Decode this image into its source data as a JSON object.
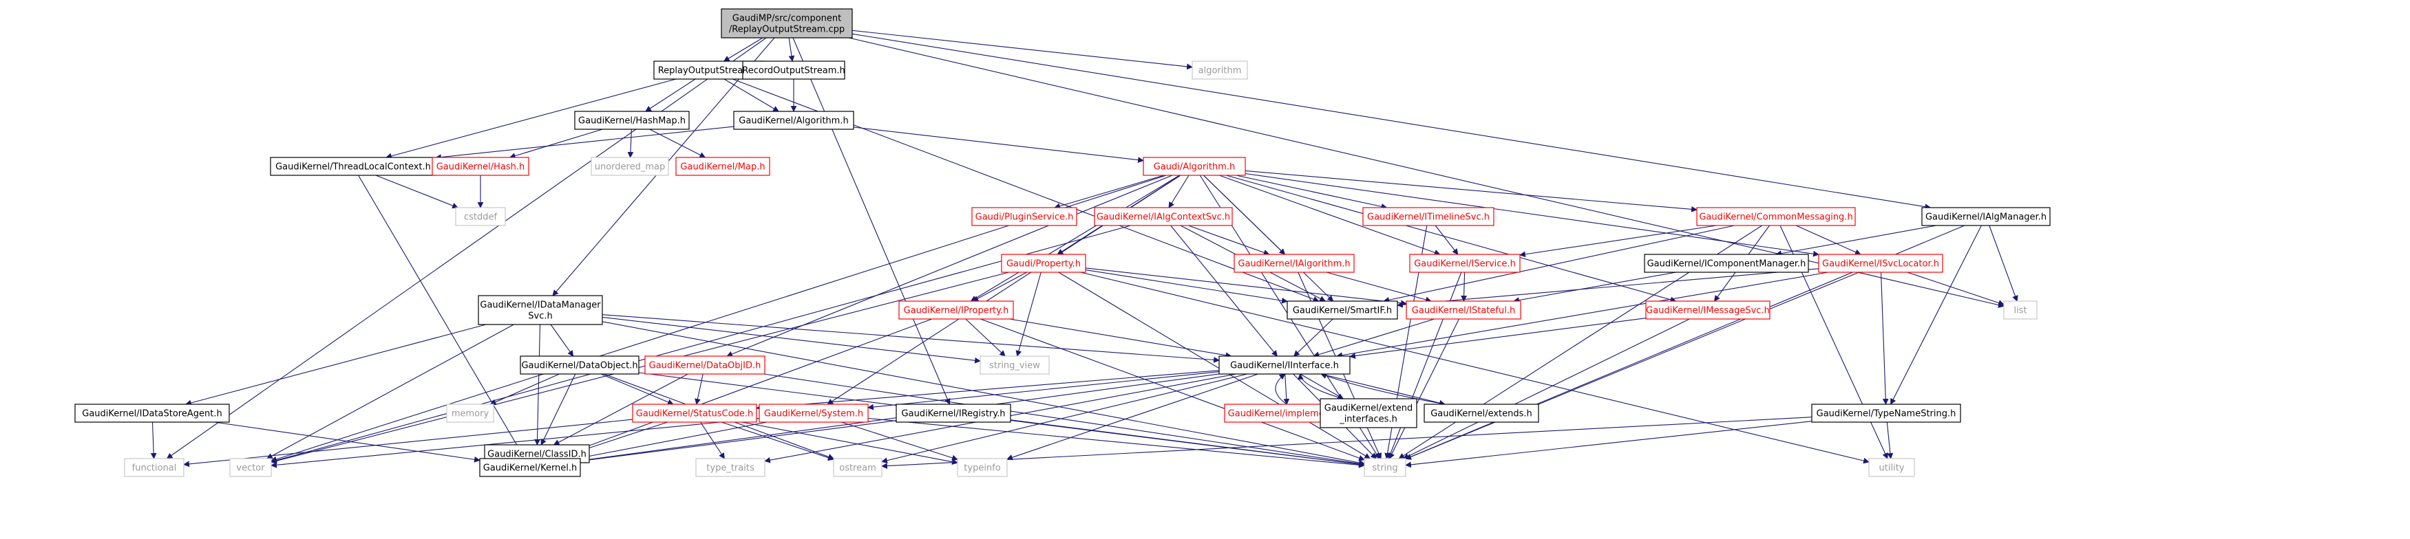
{
  "diagram": {
    "colors": {
      "edge": "#191970",
      "root_fill": "#bfbfbf",
      "red": "#ff0000",
      "system_border": "#c8c8c8",
      "system_text": "#9a9a9a"
    },
    "nodes": [
      {
        "id": "root",
        "kind": "root",
        "lines": [
          "GaudiMP/src/component",
          "/ReplayOutputStream.cpp"
        ]
      },
      {
        "id": "replay_h",
        "kind": "file",
        "lines": [
          "ReplayOutputStream.h"
        ]
      },
      {
        "id": "record_h",
        "kind": "file",
        "lines": [
          "RecordOutputStream.h"
        ]
      },
      {
        "id": "algorithm_std",
        "kind": "system",
        "lines": [
          "algorithm"
        ]
      },
      {
        "id": "hashmap",
        "kind": "file",
        "lines": [
          "GaudiKernel/HashMap.h"
        ]
      },
      {
        "id": "gk_algorithm",
        "kind": "file",
        "lines": [
          "GaudiKernel/Algorithm.h"
        ]
      },
      {
        "id": "threadlocal",
        "kind": "file",
        "lines": [
          "GaudiKernel/ThreadLocalContext.h"
        ]
      },
      {
        "id": "hash",
        "kind": "red",
        "lines": [
          "GaudiKernel/Hash.h"
        ]
      },
      {
        "id": "unordered_map",
        "kind": "system",
        "lines": [
          "unordered_map"
        ]
      },
      {
        "id": "map",
        "kind": "red",
        "lines": [
          "GaudiKernel/Map.h"
        ]
      },
      {
        "id": "cstddef",
        "kind": "system",
        "lines": [
          "cstddef"
        ]
      },
      {
        "id": "gaudi_algorithm",
        "kind": "red",
        "lines": [
          "Gaudi/Algorithm.h"
        ]
      },
      {
        "id": "pluginservice",
        "kind": "red",
        "lines": [
          "Gaudi/PluginService.h"
        ]
      },
      {
        "id": "ialgcontextsvc",
        "kind": "red",
        "lines": [
          "GaudiKernel/IAlgContextSvc.h"
        ]
      },
      {
        "id": "itimelinesvc",
        "kind": "red",
        "lines": [
          "GaudiKernel/ITimelineSvc.h"
        ]
      },
      {
        "id": "commonmessaging",
        "kind": "red",
        "lines": [
          "GaudiKernel/CommonMessaging.h"
        ]
      },
      {
        "id": "ialgmanager",
        "kind": "file",
        "lines": [
          "GaudiKernel/IAlgManager.h"
        ]
      },
      {
        "id": "gaudi_property",
        "kind": "red",
        "lines": [
          "Gaudi/Property.h"
        ]
      },
      {
        "id": "ialgorithm",
        "kind": "red",
        "lines": [
          "GaudiKernel/IAlgorithm.h"
        ]
      },
      {
        "id": "iservice",
        "kind": "red",
        "lines": [
          "GaudiKernel/IService.h"
        ]
      },
      {
        "id": "icomponentmanager",
        "kind": "file",
        "lines": [
          "GaudiKernel/IComponentManager.h"
        ]
      },
      {
        "id": "isvclocator",
        "kind": "red",
        "lines": [
          "GaudiKernel/ISvcLocator.h"
        ]
      },
      {
        "id": "list",
        "kind": "system",
        "lines": [
          "list"
        ]
      },
      {
        "id": "idatamanagersvc",
        "kind": "file",
        "lines": [
          "GaudiKernel/IDataManager",
          "Svc.h"
        ]
      },
      {
        "id": "smartif",
        "kind": "file",
        "lines": [
          "GaudiKernel/SmartIF.h"
        ]
      },
      {
        "id": "istateful",
        "kind": "red",
        "lines": [
          "GaudiKernel/IStateful.h"
        ]
      },
      {
        "id": "imessagesvc",
        "kind": "red",
        "lines": [
          "GaudiKernel/IMessageSvc.h"
        ]
      },
      {
        "id": "iproperty",
        "kind": "red",
        "lines": [
          "GaudiKernel/IProperty.h"
        ]
      },
      {
        "id": "string_view",
        "kind": "system",
        "lines": [
          "string_view"
        ]
      },
      {
        "id": "iinterface",
        "kind": "file",
        "lines": [
          "GaudiKernel/IInterface.h"
        ]
      },
      {
        "id": "dataobject",
        "kind": "file",
        "lines": [
          "GaudiKernel/DataObject.h"
        ]
      },
      {
        "id": "dataobjid",
        "kind": "red",
        "lines": [
          "GaudiKernel/DataObjID.h"
        ]
      },
      {
        "id": "idatastoreagent",
        "kind": "file",
        "lines": [
          "GaudiKernel/IDataStoreAgent.h"
        ]
      },
      {
        "id": "memory",
        "kind": "system",
        "lines": [
          "memory"
        ]
      },
      {
        "id": "classid",
        "kind": "file",
        "lines": [
          "GaudiKernel/ClassID.h"
        ]
      },
      {
        "id": "statuscode",
        "kind": "red",
        "lines": [
          "GaudiKernel/StatusCode.h"
        ]
      },
      {
        "id": "system",
        "kind": "red",
        "lines": [
          "GaudiKernel/System.h"
        ]
      },
      {
        "id": "iregistry",
        "kind": "file",
        "lines": [
          "GaudiKernel/IRegistry.h"
        ]
      },
      {
        "id": "implements",
        "kind": "red",
        "lines": [
          "GaudiKernel/implements.h"
        ]
      },
      {
        "id": "extend_interfaces",
        "kind": "file",
        "lines": [
          "GaudiKernel/extend",
          "_interfaces.h"
        ]
      },
      {
        "id": "extends",
        "kind": "file",
        "lines": [
          "GaudiKernel/extends.h"
        ]
      },
      {
        "id": "typenamestring",
        "kind": "file",
        "lines": [
          "GaudiKernel/TypeNameString.h"
        ]
      },
      {
        "id": "functional",
        "kind": "system",
        "lines": [
          "functional"
        ]
      },
      {
        "id": "vector",
        "kind": "system",
        "lines": [
          "vector"
        ]
      },
      {
        "id": "kernel",
        "kind": "file",
        "lines": [
          "GaudiKernel/Kernel.h"
        ]
      },
      {
        "id": "type_traits",
        "kind": "system",
        "lines": [
          "type_traits"
        ]
      },
      {
        "id": "ostream",
        "kind": "system",
        "lines": [
          "ostream"
        ]
      },
      {
        "id": "typeinfo",
        "kind": "system",
        "lines": [
          "typeinfo"
        ]
      },
      {
        "id": "string",
        "kind": "system",
        "lines": [
          "string"
        ]
      },
      {
        "id": "utility",
        "kind": "system",
        "lines": [
          "utility"
        ]
      }
    ],
    "edges": [
      [
        "root",
        "replay_h"
      ],
      [
        "root",
        "record_h"
      ],
      [
        "root",
        "algorithm_std"
      ],
      [
        "root",
        "list"
      ],
      [
        "root",
        "functional"
      ],
      [
        "root",
        "idatamanagersvc"
      ],
      [
        "root",
        "iregistry"
      ],
      [
        "root",
        "ialgmanager"
      ],
      [
        "replay_h",
        "hashmap"
      ],
      [
        "replay_h",
        "gk_algorithm"
      ],
      [
        "replay_h",
        "threadlocal"
      ],
      [
        "replay_h",
        "smartif"
      ],
      [
        "record_h",
        "gk_algorithm"
      ],
      [
        "hashmap",
        "hash"
      ],
      [
        "hashmap",
        "unordered_map"
      ],
      [
        "hashmap",
        "map"
      ],
      [
        "gk_algorithm",
        "threadlocal"
      ],
      [
        "gk_algorithm",
        "gaudi_algorithm"
      ],
      [
        "threadlocal",
        "cstddef"
      ],
      [
        "threadlocal",
        "kernel"
      ],
      [
        "hash",
        "cstddef"
      ],
      [
        "gaudi_algorithm",
        "pluginservice"
      ],
      [
        "gaudi_algorithm",
        "ialgcontextsvc"
      ],
      [
        "gaudi_algorithm",
        "itimelinesvc"
      ],
      [
        "gaudi_algorithm",
        "commonmessaging"
      ],
      [
        "gaudi_algorithm",
        "gaudi_property"
      ],
      [
        "gaudi_algorithm",
        "ialgorithm"
      ],
      [
        "gaudi_algorithm",
        "iservice"
      ],
      [
        "gaudi_algorithm",
        "isvclocator"
      ],
      [
        "gaudi_algorithm",
        "smartif"
      ],
      [
        "gaudi_algorithm",
        "imessagesvc"
      ],
      [
        "gaudi_algorithm",
        "iproperty"
      ],
      [
        "gaudi_algorithm",
        "dataobjid"
      ],
      [
        "gaudi_algorithm",
        "system"
      ],
      [
        "gaudi_algorithm",
        "vector"
      ],
      [
        "gaudi_algorithm",
        "string"
      ],
      [
        "ialgcontextsvc",
        "ialgorithm"
      ],
      [
        "ialgcontextsvc",
        "iinterface"
      ],
      [
        "ialgcontextsvc",
        "smartif"
      ],
      [
        "ialgcontextsvc",
        "vector"
      ],
      [
        "itimelinesvc",
        "iservice"
      ],
      [
        "itimelinesvc",
        "string"
      ],
      [
        "commonmessaging",
        "iservice"
      ],
      [
        "commonmessaging",
        "isvclocator"
      ],
      [
        "commonmessaging",
        "imessagesvc"
      ],
      [
        "commonmessaging",
        "smartif"
      ],
      [
        "commonmessaging",
        "string"
      ],
      [
        "commonmessaging",
        "utility"
      ],
      [
        "ialgmanager",
        "icomponentmanager"
      ],
      [
        "ialgmanager",
        "typenamestring"
      ],
      [
        "ialgmanager",
        "list"
      ],
      [
        "ialgmanager",
        "string"
      ],
      [
        "gaudi_property",
        "iproperty"
      ],
      [
        "gaudi_property",
        "smartif"
      ],
      [
        "gaudi_property",
        "istateful"
      ],
      [
        "gaudi_property",
        "string_view"
      ],
      [
        "gaudi_property",
        "string"
      ],
      [
        "gaudi_property",
        "utility"
      ],
      [
        "gaudi_property",
        "vector"
      ],
      [
        "ialgorithm",
        "istateful"
      ],
      [
        "ialgorithm",
        "string"
      ],
      [
        "iservice",
        "istateful"
      ],
      [
        "iservice",
        "string"
      ],
      [
        "icomponentmanager",
        "istateful"
      ],
      [
        "isvclocator",
        "smartif"
      ],
      [
        "isvclocator",
        "iinterface"
      ],
      [
        "isvclocator",
        "typenamestring"
      ],
      [
        "isvclocator",
        "list"
      ],
      [
        "isvclocator",
        "string"
      ],
      [
        "idatamanagersvc",
        "dataobject"
      ],
      [
        "idatamanagersvc",
        "classid"
      ],
      [
        "idatamanagersvc",
        "idatastoreagent"
      ],
      [
        "idatamanagersvc",
        "iinterface"
      ],
      [
        "idatamanagersvc",
        "string_view"
      ],
      [
        "idatamanagersvc",
        "vector"
      ],
      [
        "idatamanagersvc",
        "string"
      ],
      [
        "smartif",
        "iinterface"
      ],
      [
        "istateful",
        "iinterface"
      ],
      [
        "istateful",
        "string"
      ],
      [
        "imessagesvc",
        "iinterface"
      ],
      [
        "imessagesvc",
        "string"
      ],
      [
        "iproperty",
        "iinterface"
      ],
      [
        "iproperty",
        "string_view"
      ],
      [
        "iproperty",
        "string"
      ],
      [
        "iproperty",
        "kernel"
      ],
      [
        "iinterface",
        "statuscode"
      ],
      [
        "iinterface",
        "system"
      ],
      [
        "iinterface",
        "implements"
      ],
      [
        "iinterface",
        "extend_interfaces"
      ],
      [
        "iinterface",
        "extends"
      ],
      [
        "iinterface",
        "kernel"
      ],
      [
        "iinterface",
        "ostream"
      ],
      [
        "iinterface",
        "type_traits"
      ],
      [
        "iinterface",
        "typeinfo"
      ],
      [
        "iinterface",
        "string"
      ],
      [
        "implements",
        "iinterface"
      ],
      [
        "extend_interfaces",
        "iinterface"
      ],
      [
        "extends",
        "iinterface"
      ],
      [
        "dataobject",
        "classid"
      ],
      [
        "dataobject",
        "statuscode"
      ],
      [
        "dataobject",
        "memory"
      ],
      [
        "dataobject",
        "ostream"
      ],
      [
        "dataobject",
        "string"
      ],
      [
        "dataobjid",
        "classid"
      ],
      [
        "dataobjid",
        "statuscode"
      ],
      [
        "dataobjid",
        "string"
      ],
      [
        "idatastoreagent",
        "kernel"
      ],
      [
        "idatastoreagent",
        "functional"
      ],
      [
        "classid",
        "kernel"
      ],
      [
        "statuscode",
        "kernel"
      ],
      [
        "statuscode",
        "functional"
      ],
      [
        "statuscode",
        "ostream"
      ],
      [
        "statuscode",
        "type_traits"
      ],
      [
        "statuscode",
        "typeinfo"
      ],
      [
        "system",
        "kernel"
      ],
      [
        "system",
        "string"
      ],
      [
        "system",
        "vector"
      ],
      [
        "system",
        "typeinfo"
      ],
      [
        "iregistry",
        "kernel"
      ],
      [
        "iregistry",
        "string"
      ],
      [
        "typenamestring",
        "string"
      ],
      [
        "typenamestring",
        "ostream"
      ],
      [
        "typenamestring",
        "utility"
      ]
    ]
  }
}
